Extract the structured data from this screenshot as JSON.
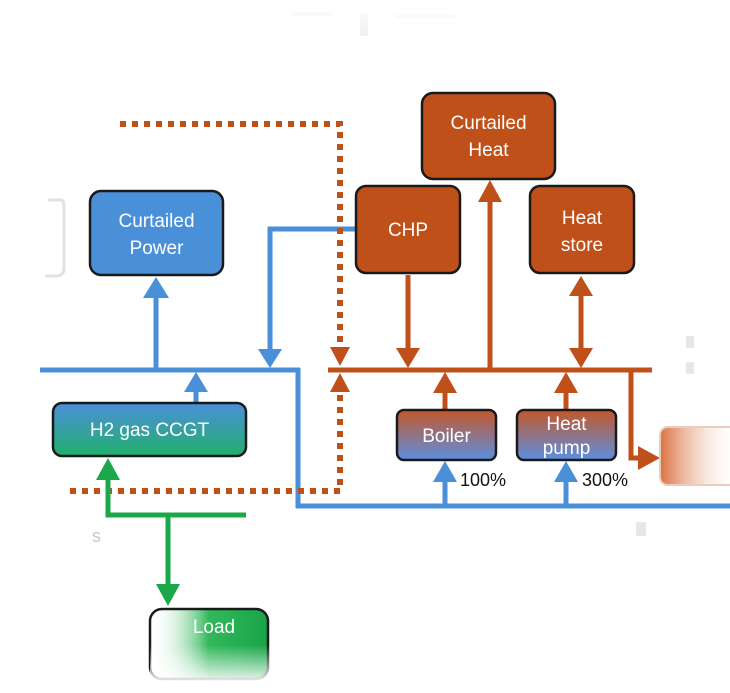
{
  "nodes": {
    "curtailed_power": [
      "Curtailed",
      "Power"
    ],
    "h2_ccgt": [
      "H2 gas CCGT"
    ],
    "chp": [
      "CHP"
    ],
    "curtailed_heat": [
      "Curtailed",
      "Heat"
    ],
    "heat_store": [
      "Heat",
      "store"
    ],
    "boiler": [
      "Boiler"
    ],
    "heat_pump": [
      "Heat",
      "pump"
    ],
    "load_partial": [
      "Load"
    ]
  },
  "labels": {
    "boiler_efficiency": "100%",
    "heat_pump_efficiency": "300%",
    "partial_left": "s"
  },
  "colors": {
    "power_blue": "#4a90d9",
    "heat_orange": "#c0501a",
    "gas_green": "#1aa84a",
    "box_border": "#1a1a1a"
  }
}
